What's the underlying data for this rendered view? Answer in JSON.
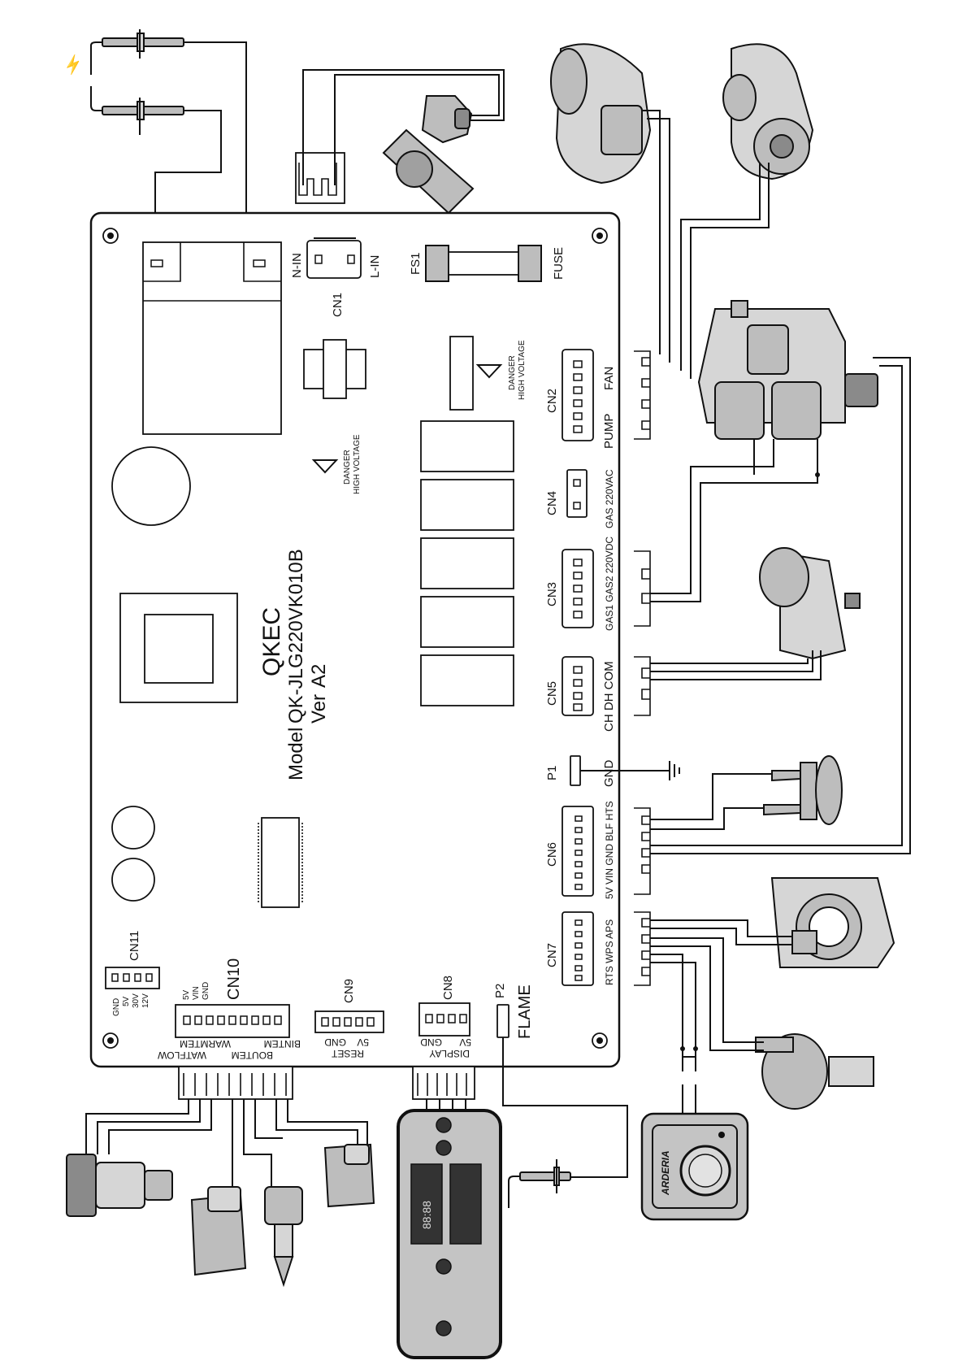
{
  "board": {
    "brand": "QKEC",
    "model_label": "Model",
    "model": "QK-JLG220VK010B",
    "version_label": "Ver",
    "version": "A2",
    "danger": "DANGER",
    "high_voltage": "HIGH VOLTAGE"
  },
  "connectors": {
    "cn1": {
      "name": "CN1",
      "pins": [
        "N-IN",
        "L-IN"
      ]
    },
    "fs1": {
      "name": "FS1",
      "label": "FUSE"
    },
    "cn2": {
      "name": "CN2",
      "pins": [
        "PUMP",
        "FAN"
      ]
    },
    "cn4": {
      "name": "CN4",
      "label": "GAS 220VAC"
    },
    "cn3": {
      "name": "CN3",
      "label": "GAS1 GAS2 220VDC"
    },
    "cn5": {
      "name": "CN5",
      "label": "CH DH COM"
    },
    "p1": {
      "name": "P1",
      "label": "GND"
    },
    "cn6": {
      "name": "CN6",
      "label": "5V VIN GND BLF HTS"
    },
    "cn7": {
      "name": "CN7",
      "label": "RTS WPS APS"
    },
    "cn11": {
      "name": "CN11",
      "pins": [
        "GND",
        "5V",
        "30V",
        "12V"
      ]
    },
    "cn10": {
      "name": "CN10",
      "pins_top": [
        "5V",
        "VIN",
        "GND"
      ],
      "bottom_row1": [
        "BINTEM",
        "WARMTEM"
      ],
      "bottom_row2": [
        "BOUTEM",
        "WATFLOW"
      ]
    },
    "cn9": {
      "name": "CN9",
      "pins": [
        "5V",
        "GND"
      ],
      "label": "RESET"
    },
    "cn8": {
      "name": "CN8",
      "pins": [
        "5V",
        "GND"
      ],
      "label": "DISPLAY"
    },
    "p2": {
      "name": "P2",
      "label": "FLAME"
    }
  },
  "components": {
    "thermostat_brand": "ARDERIA",
    "display_digits": "88:88",
    "ignition_symbol": "⚡"
  }
}
